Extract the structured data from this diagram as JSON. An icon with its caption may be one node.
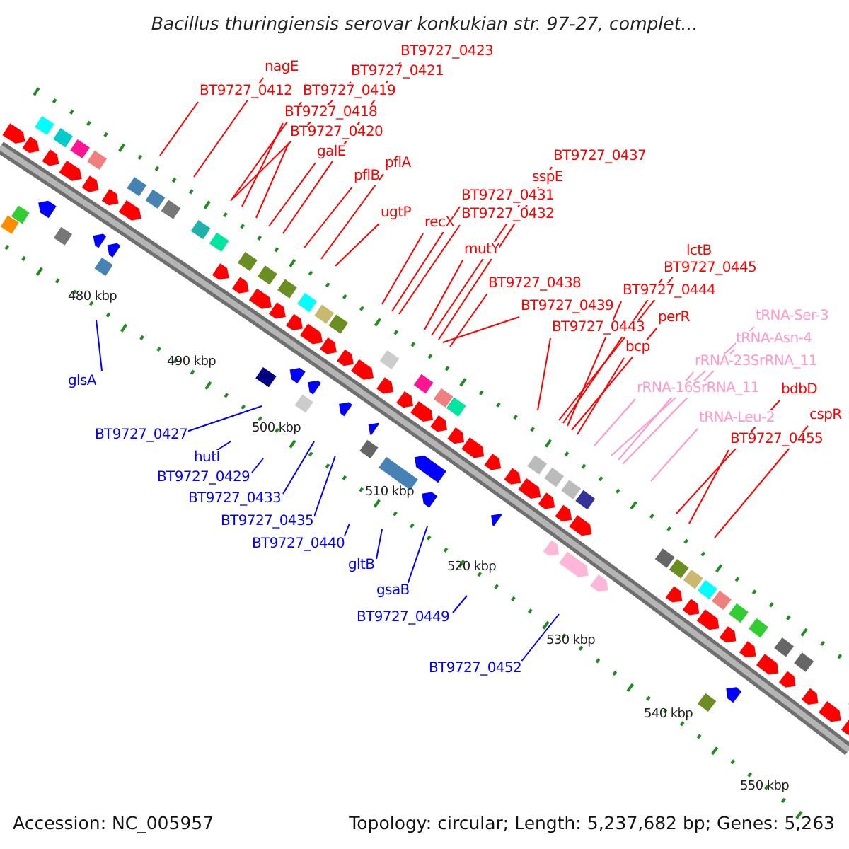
{
  "diagram": {
    "title": "Bacillus thuringiensis serovar konkukian str. 97-27, complet...",
    "nodes": [
      {
        "text": [
          "BT9727_0423"
        ]
      },
      {
        "text": [
          "BT9727_0421"
        ]
      },
      {
        "text": [
          "nagE"
        ]
      },
      {
        "text": [
          "BT9727_0412"
        ]
      },
      {
        "text": [
          "BT9727_0419"
        ]
      },
      {
        "text": [
          "BT9727_0418"
        ]
      },
      {
        "text": [
          "BT9727_0420"
        ]
      },
      {
        "text": [
          "galE"
        ]
      },
      {
        "text": [
          "BT9727_0437"
        ]
      },
      {
        "text": [
          "pflA"
        ]
      },
      {
        "text": [
          "pflB"
        ]
      },
      {
        "text": [
          "sspE"
        ]
      },
      {
        "text": [
          "BT9727_0431"
        ]
      },
      {
        "text": [
          "ugtP"
        ]
      },
      {
        "text": [
          "BT9727_0432"
        ]
      },
      {
        "text": [
          "recX"
        ]
      },
      {
        "text": [
          "mutY"
        ]
      },
      {
        "text": [
          "lctB"
        ]
      },
      {
        "text": [
          "BT9727_0445"
        ]
      },
      {
        "text": [
          "BT9727_0438"
        ]
      },
      {
        "text": [
          "BT9727_0444"
        ]
      },
      {
        "text": [
          "BT9727_0439"
        ]
      },
      {
        "text": [
          "tRNA-Ser-3"
        ]
      },
      {
        "text": [
          "perR"
        ]
      },
      {
        "text": [
          "BT9727_0443"
        ]
      },
      {
        "text": [
          "tRNA-Asn-4"
        ]
      },
      {
        "text": [
          "bcp"
        ]
      },
      {
        "text": [
          "rRNA-23SrRNA_11"
        ]
      },
      {
        "text": [
          "bdbD"
        ]
      },
      {
        "text": [
          "cspR"
        ]
      },
      {
        "text": [
          "rRNA-16SrRNA_11"
        ]
      },
      {
        "text": [
          "tRNA-Leu-2"
        ]
      },
      {
        "text": [
          "BT9727_0455"
        ]
      },
      {
        "text": [
          "glsA"
        ]
      },
      {
        "text": [
          "BT9727_0427"
        ]
      },
      {
        "text": [
          "hutI"
        ]
      },
      {
        "text": [
          "BT9727_0429"
        ]
      },
      {
        "text": [
          "BT9727_0433"
        ]
      },
      {
        "text": [
          "BT9727_0435"
        ]
      },
      {
        "text": [
          "BT9727_0440"
        ]
      },
      {
        "text": [
          "gltB"
        ]
      },
      {
        "text": [
          "gsaB"
        ]
      },
      {
        "text": [
          "BT9727_0449"
        ]
      },
      {
        "text": [
          "BT9727_0452"
        ]
      }
    ],
    "edges": [
      {
        "from": 0,
        "to": null,
        "arrow": "none"
      },
      {
        "from": 1,
        "to": null,
        "arrow": "none"
      },
      {
        "from": 2,
        "to": null,
        "arrow": "none"
      },
      {
        "from": 3,
        "to": null,
        "arrow": "none"
      },
      {
        "from": 4,
        "to": null,
        "arrow": "none"
      },
      {
        "from": 5,
        "to": null,
        "arrow": "none"
      },
      {
        "from": 6,
        "to": null,
        "arrow": "none"
      },
      {
        "from": 7,
        "to": null,
        "arrow": "none"
      },
      {
        "from": 8,
        "to": null,
        "arrow": "none"
      },
      {
        "from": 9,
        "to": null,
        "arrow": "none"
      },
      {
        "from": 10,
        "to": null,
        "arrow": "none"
      },
      {
        "from": 11,
        "to": null,
        "arrow": "none"
      },
      {
        "from": 12,
        "to": null,
        "arrow": "none"
      },
      {
        "from": 13,
        "to": null,
        "arrow": "none"
      },
      {
        "from": 14,
        "to": null,
        "arrow": "none"
      },
      {
        "from": 15,
        "to": null,
        "arrow": "none"
      },
      {
        "from": 16,
        "to": null,
        "arrow": "none"
      },
      {
        "from": 17,
        "to": null,
        "arrow": "none"
      },
      {
        "from": 18,
        "to": null,
        "arrow": "none"
      },
      {
        "from": 19,
        "to": null,
        "arrow": "none"
      },
      {
        "from": 20,
        "to": null,
        "arrow": "none"
      },
      {
        "from": 21,
        "to": null,
        "arrow": "none"
      },
      {
        "from": 22,
        "to": null,
        "arrow": "none",
        "color": "#ff99cc"
      },
      {
        "from": 23,
        "to": null,
        "arrow": "none"
      },
      {
        "from": 24,
        "to": null,
        "arrow": "none"
      },
      {
        "from": 25,
        "to": null,
        "arrow": "none",
        "color": "#ff99cc"
      },
      {
        "from": 26,
        "to": null,
        "arrow": "none"
      },
      {
        "from": 27,
        "to": null,
        "arrow": "none",
        "color": "#ff99cc"
      },
      {
        "from": 28,
        "to": null,
        "arrow": "none"
      },
      {
        "from": 29,
        "to": null,
        "arrow": "none"
      },
      {
        "from": 30,
        "to": null,
        "arrow": "none",
        "color": "#ff99cc"
      },
      {
        "from": 31,
        "to": null,
        "arrow": "none",
        "color": "#ff99cc"
      },
      {
        "from": 32,
        "to": null,
        "arrow": "none"
      },
      {
        "from": 33,
        "to": null,
        "arrow": "none",
        "color": "#0000ff"
      },
      {
        "from": 34,
        "to": null,
        "arrow": "none",
        "color": "#0000ff"
      },
      {
        "from": 35,
        "to": null,
        "arrow": "none",
        "color": "#0000ff"
      },
      {
        "from": 36,
        "to": null,
        "arrow": "none",
        "color": "#0000ff"
      },
      {
        "from": 37,
        "to": null,
        "arrow": "none",
        "color": "#0000ff"
      },
      {
        "from": 38,
        "to": null,
        "arrow": "none",
        "color": "#0000ff"
      },
      {
        "from": 39,
        "to": null,
        "arrow": "none",
        "color": "#0000ff"
      },
      {
        "from": 40,
        "to": null,
        "arrow": "none",
        "color": "#0000ff"
      },
      {
        "from": 41,
        "to": null,
        "arrow": "none",
        "color": "#0000ff"
      },
      {
        "from": 42,
        "to": null,
        "arrow": "none",
        "color": "#0000ff"
      },
      {
        "from": 43,
        "to": null,
        "arrow": "none",
        "color": "#0000ff"
      }
    ],
    "labels": [
      "480 kbp",
      "490 kbp",
      "500 kbp",
      "510 kbp",
      "520 kbp",
      "530 kbp",
      "540 kbp",
      "550 kbp",
      "Accession: NC_005957",
      "Topology: circular; Length: 5,237,682 bp; Genes: 5,263"
    ]
  }
}
